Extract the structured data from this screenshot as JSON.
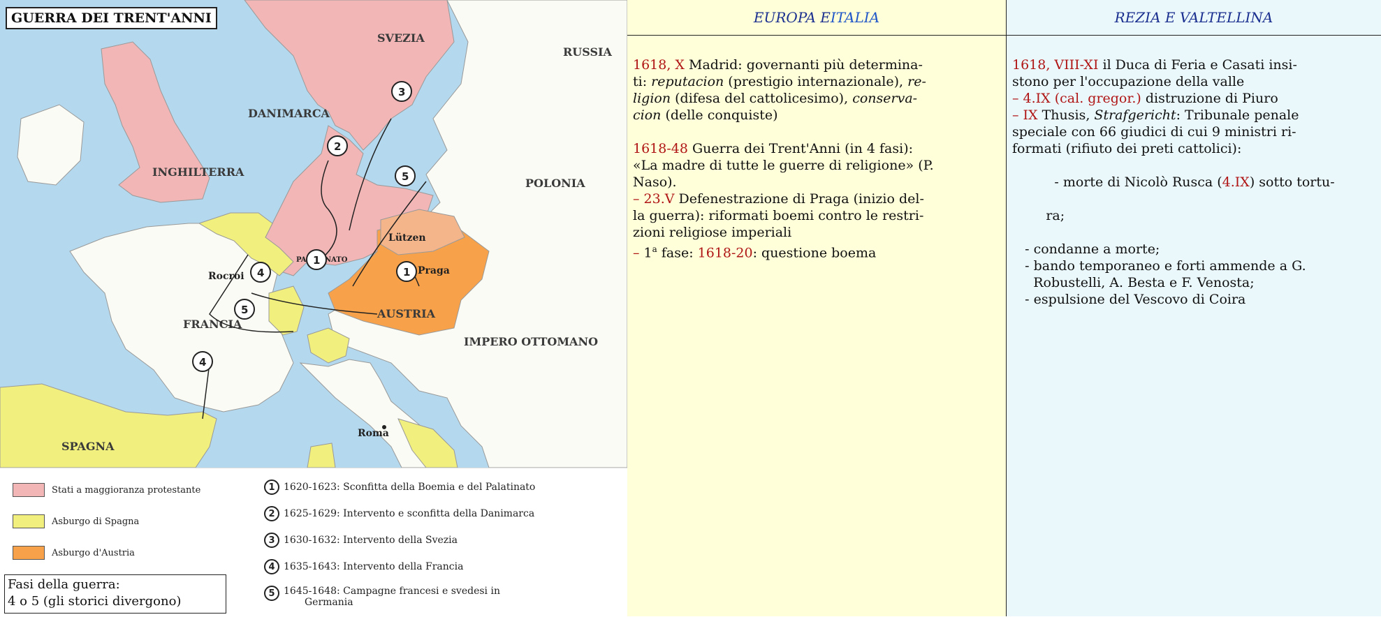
{
  "map": {
    "title": "GUERRA DEI TRENT'ANNI",
    "countries": {
      "svezia": "SVEZIA",
      "russia": "RUSSIA",
      "danimarca": "DANIMARCA",
      "inghilterra": "INGHILTERRA",
      "polonia": "POLONIA",
      "austria": "AUSTRIA",
      "francia": "FRANCIA",
      "impero_ottomano": "IMPERO OTTOMANO",
      "spagna": "SPAGNA"
    },
    "cities": {
      "lutzen": "Lützen",
      "palatinato": "PALATINATO",
      "praga": "Praga",
      "rocroi": "Rocroi",
      "roma": "Roma"
    },
    "markers": [
      "1",
      "2",
      "3",
      "4",
      "5"
    ],
    "colors": {
      "protestant": "#f2b6b6",
      "spanish_habsburg": "#f1f07e",
      "austrian_habsburg": "#f7a24a",
      "other_land": "#fbfbf5",
      "sea": "#b4d9ef",
      "outside": "#cfcfcf"
    }
  },
  "legend": {
    "items": [
      {
        "label": "Stati a maggioranza protestante",
        "color": "#f2b6b6"
      },
      {
        "label": "Asburgo di Spagna",
        "color": "#f1f07e"
      },
      {
        "label": "Asburgo d'Austria",
        "color": "#f7a24a"
      }
    ],
    "phases": [
      {
        "num": "1",
        "label": "1620-1623: Sconfitta della Boemia e del Palatinato"
      },
      {
        "num": "2",
        "label": "1625-1629: Intervento e sconfitta della Danimarca"
      },
      {
        "num": "3",
        "label": "1630-1632: Intervento della Svezia"
      },
      {
        "num": "4",
        "label": "1635-1643: Intervento della Francia"
      },
      {
        "num": "5",
        "label": "1645-1648: Campagne francesi e svedesi in",
        "label2": "Germania"
      }
    ],
    "note_line1": "Fasi della guerra:",
    "note_line2": "4 o 5 (gli storici divergono)"
  },
  "europa": {
    "heading_a": "EUROPA E ",
    "heading_b": "ITALIA",
    "e1_date": "1618, X",
    "e1_t1": "  Madrid: governanti più determina-",
    "e1_t2": "ti: ",
    "e1_i1": "reputacion",
    "e1_t3": " (prestigio internazionale), ",
    "e1_i2": "re-",
    "e1_i3": "ligion",
    "e1_t4": " (difesa del cattolicesimo), ",
    "e1_i4": "conserva-",
    "e1_i5": "cion",
    "e1_t5": " (delle conquiste)",
    "e2_date": "1618-48",
    "e2_t1": "  Guerra dei Trent'Anni (in 4 fasi):",
    "e2_t2": "«La madre di tutte le guerre di religione» (P.",
    "e2_t3": "Naso).",
    "e3_date": "– 23.V",
    "e3_t1": "  Defenestrazione di Praga (inizio del-",
    "e3_t2": "la guerra): riformati boemi contro le restri-",
    "e3_t3": "zioni religiose imperiali",
    "e4_dash": "– ",
    "e4_num": "1",
    "e4_sup": "a",
    "e4_t1": " fase: ",
    "e4_date": "1618-20",
    "e4_t2": ": questione boema"
  },
  "rezia": {
    "heading": "REZIA E VALTELLINA",
    "r1_date": "1618, VIII-XI",
    "r1_t1": "  il Duca di Feria e Casati insi-",
    "r1_t2": "stono per l'occupazione della valle",
    "r2_date": "– 4.IX (cal. gregor.)",
    "r2_t1": "  distruzione di Piuro",
    "r3_date": "– IX",
    "r3_t1": "  Thusis, ",
    "r3_i1": "Strafgericht",
    "r3_t2": ": Tribunale penale",
    "r3_t3": "speciale con 66 giudici di cui 9 ministri ri-",
    "r3_t4": "formati (rifiuto dei preti cattolici):",
    "r4_t1": "  - morte di Nicolò Rusca (",
    "r4_date": "4.IX",
    "r4_t2": ") sotto tortu-",
    "r4_t3": "ra;",
    "r5_t1": "   - condanne a morte;",
    "r6_t1": "   - bando temporaneo e forti ammende a G.",
    "r6_t2": "     Robustelli, A. Besta e F. Venosta;",
    "r7_t1": "   - espulsione del Vescovo di Coira"
  }
}
